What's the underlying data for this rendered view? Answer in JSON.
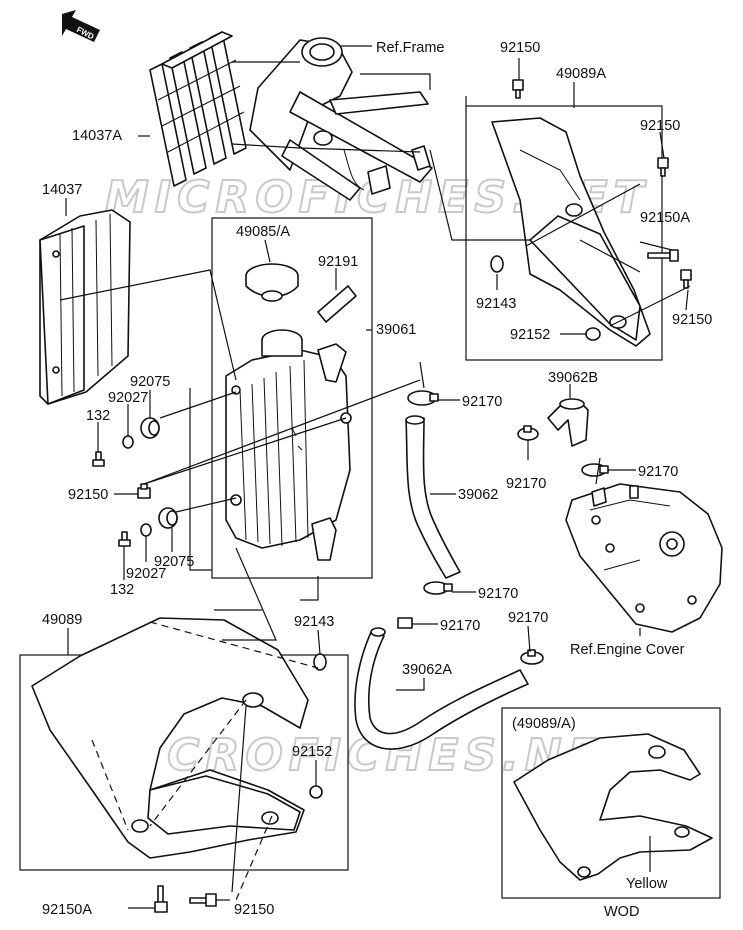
{
  "watermark": "MICROFICHES.NET",
  "fwd_arrow_text": "FWD",
  "labels": {
    "ref_frame": "Ref.Frame",
    "p92150_top": "92150",
    "p49089A": "49089A",
    "p14037A": "14037A",
    "p92150_right1": "92150",
    "p14037": "14037",
    "p49085A": "49085/A",
    "p92191": "92191",
    "p92150A_right": "92150A",
    "p92143_right": "92143",
    "p92150_right2": "92150",
    "p39061": "39061",
    "p92152_right": "92152",
    "p92075_top": "92075",
    "p92027_top": "92027",
    "p132_top": "132",
    "p92170_a": "92170",
    "p39062B": "39062B",
    "p92170_b": "92170",
    "p92170_c": "92170",
    "p92150_left": "92150",
    "p39062": "39062",
    "p92075_bot": "92075",
    "p92027_bot": "92027",
    "p132_bot": "132",
    "p92170_d": "92170",
    "p49089": "49089",
    "p92143_left": "92143",
    "p92170_e": "92170",
    "p92170_f": "92170",
    "ref_engine_cover": "Ref.Engine Cover",
    "p39062A": "39062A",
    "p92152_left": "92152",
    "p49089A_inset": "(49089/A)",
    "yellow": "Yellow",
    "p92150A_bot": "92150A",
    "p92150_bot": "92150",
    "wod": "WOD"
  }
}
